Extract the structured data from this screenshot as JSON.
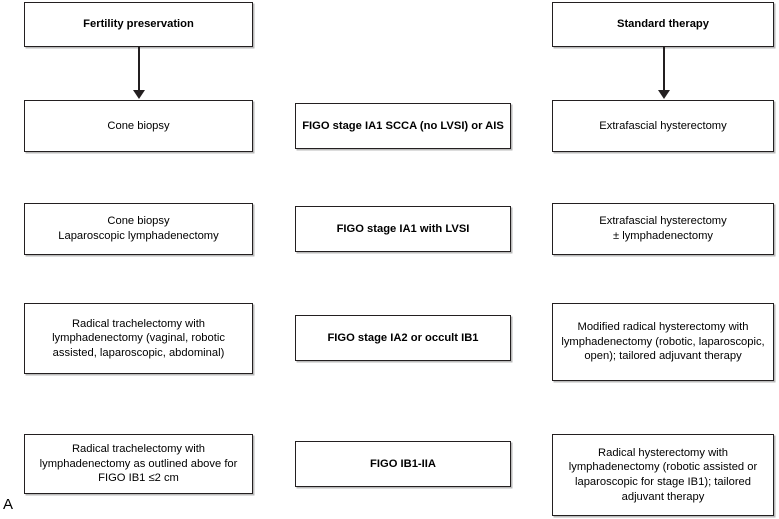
{
  "figure": {
    "panel_label": "A",
    "columns": [
      {
        "id": "fertility-preservation",
        "header": "Fertility preservation"
      },
      {
        "id": "figo-stage",
        "header": ""
      },
      {
        "id": "standard-therapy",
        "header": "Standard therapy"
      }
    ],
    "headers": {
      "left": "Fertility preservation",
      "right": "Standard therapy"
    },
    "rows": [
      {
        "id": "row-ia1-scca",
        "stage": "FIGO stage IA1 SCCA (no LVSI) or AIS",
        "fertility_preservation": "Cone biopsy",
        "standard_therapy": "Extrafascial hysterectomy"
      },
      {
        "id": "row-ia1-lvsi",
        "stage": "FIGO stage IA1 with LVSI",
        "fertility_preservation": "Cone biopsy\nLaparoscopic lymphadenectomy",
        "standard_therapy": "Extrafascial hysterectomy\n± lymphadenectomy"
      },
      {
        "id": "row-ia2-ib1-occult",
        "stage": "FIGO stage IA2 or occult IB1",
        "fertility_preservation": "Radical trachelectomy with lymphadenectomy (vaginal, robotic assisted, laparoscopic, abdominal)",
        "standard_therapy": "Modified radical hysterectomy with lymphadenectomy (robotic, laparoscopic, open); tailored adjuvant therapy"
      },
      {
        "id": "row-ib1-iia",
        "stage": "FIGO IB1-IIA",
        "fertility_preservation": "Radical trachelectomy with lymphadenectomy as outlined above for FIGO IB1 ≤2 cm",
        "standard_therapy": "Radical hysterectomy with lymphadenectomy (robotic assisted or laparoscopic for stage IB1); tailored adjuvant therapy"
      }
    ],
    "arrows": [
      {
        "id": "arrow-fertility-to-cone-biopsy",
        "from": "Fertility preservation",
        "to": "Cone biopsy"
      },
      {
        "id": "arrow-standard-to-extrafascial",
        "from": "Standard therapy",
        "to": "Extrafascial hysterectomy"
      }
    ],
    "colors": {
      "box_border": "#231f20",
      "background": "#ffffff",
      "text": "#000000",
      "arrow": "#231f20"
    }
  }
}
